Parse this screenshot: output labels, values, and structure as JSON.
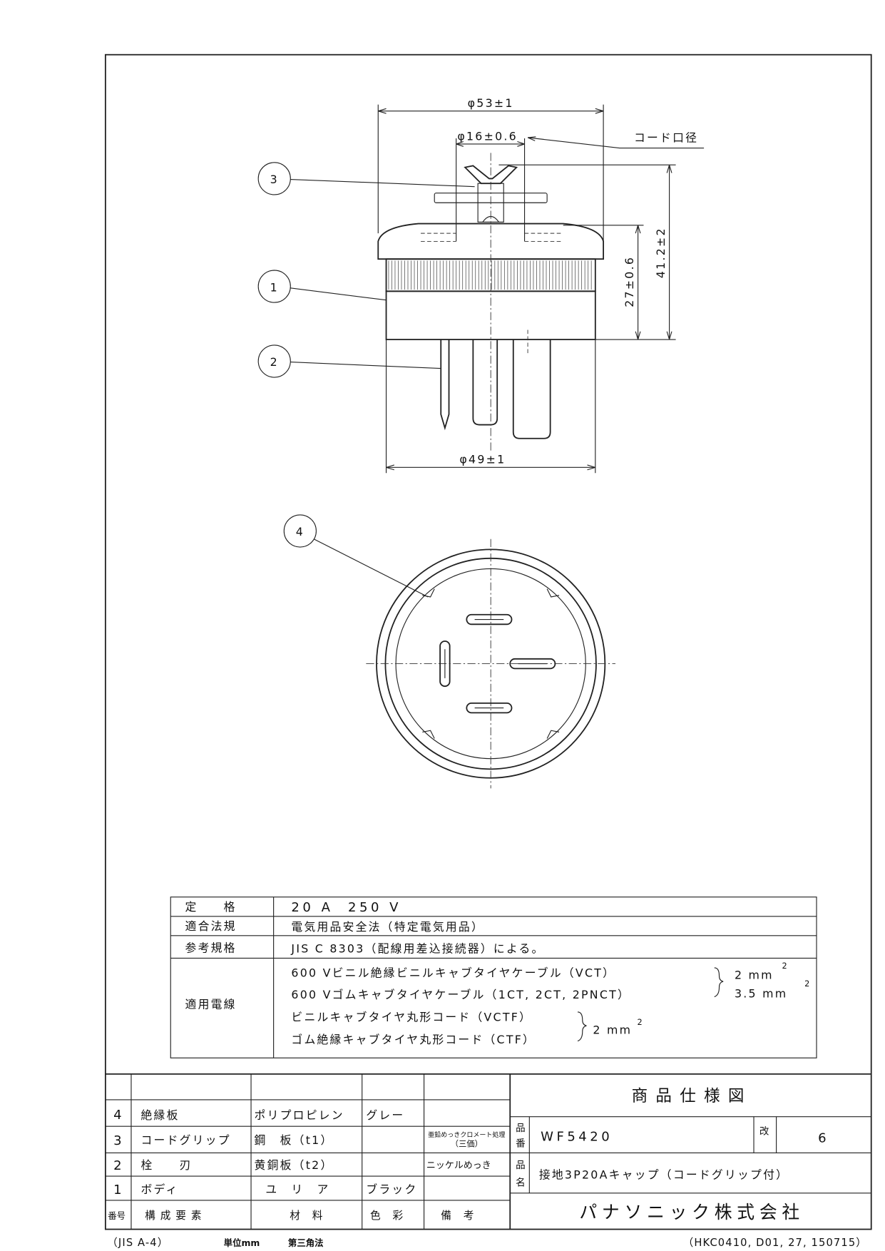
{
  "drawing": {
    "dim_outer": "φ53±1",
    "dim_cord": "φ16±0.6",
    "cord_label": "コード口径",
    "dim_height_total": "41.2±2",
    "dim_height_body": "27±0.6",
    "dim_body": "φ49±1",
    "callouts": [
      "1",
      "2",
      "3",
      "4"
    ]
  },
  "spec": {
    "rows": [
      {
        "label": "定　　格",
        "value": "20 A  250 V"
      },
      {
        "label": "適合法規",
        "value": "電気用品安全法（特定電気用品）"
      },
      {
        "label": "参考規格",
        "value": "JIS C 8303（配線用差込接続器）による。"
      }
    ],
    "wires_label": "適用電線",
    "wires": [
      "600 Vビニル絶縁ビニルキャブタイヤケーブル（VCT）",
      "600 Vゴムキャブタイヤケーブル（1CT, 2CT, 2PNCT）",
      "ビニルキャブタイヤ丸形コード（VCTF）",
      "ゴム絶縁キャブタイヤ丸形コード（CTF）"
    ],
    "size_a1": "2 mm",
    "size_a2": "3.5 mm",
    "size_b": "2 mm",
    "sup": "2"
  },
  "parts": {
    "rows": [
      {
        "no": "4",
        "name": "絶縁板",
        "material": "ポリプロピレン",
        "color": "グレー",
        "note": ""
      },
      {
        "no": "3",
        "name": "コードグリップ",
        "material": "鋼　板（t1）",
        "color": "",
        "note": "亜鉛めっきクロメート処理",
        "note2": "（三価）"
      },
      {
        "no": "2",
        "name": "栓　　刃",
        "material": "黄銅板（t2）",
        "color": "",
        "note": "ニッケルめっき"
      },
      {
        "no": "1",
        "name": "ボディ",
        "material": "ユ　リ　ア",
        "color": "ブラック",
        "note": ""
      }
    ],
    "header": {
      "no": "番号",
      "name": "構 成 要 素",
      "material": "材　料",
      "color": "色　彩",
      "note": "備　考"
    }
  },
  "title_block": {
    "title": "商品仕様図",
    "part_no_label_1": "品",
    "part_no_label_2": "番",
    "part_no": "WF5420",
    "rev_label": "改",
    "rev": "6",
    "name_label_1": "品",
    "name_label_2": "名",
    "name": "接地3P20Aキャップ（コードグリップ付）",
    "company": "パナソニック株式会社"
  },
  "footer": {
    "paper": "（JIS A-4）",
    "unit": "単位mm",
    "projection": "第三角法",
    "code": "（HKC0410, D01, 27, 150715）"
  }
}
